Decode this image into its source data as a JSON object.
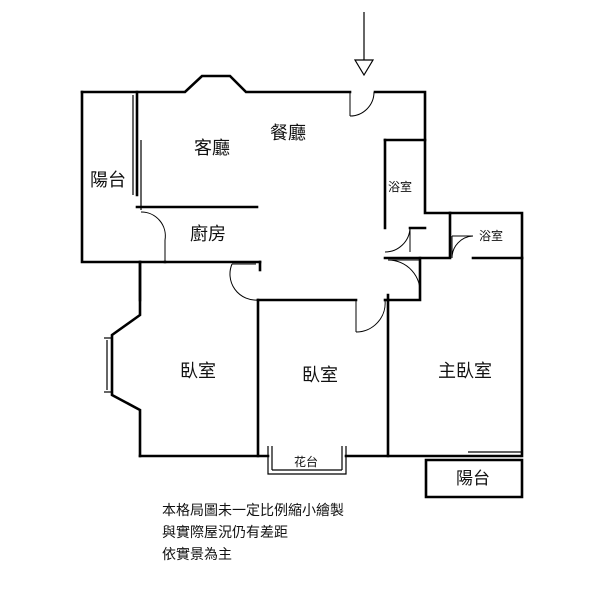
{
  "rooms": {
    "living": "客廳",
    "dining": "餐廳",
    "kitchen": "廚房",
    "balcony_left": "陽台",
    "bath_1": "浴室",
    "bath_2": "浴室",
    "bedroom_1": "臥室",
    "bedroom_2": "臥室",
    "master_bedroom": "主臥室",
    "flower_bed": "花台",
    "balcony_bottom": "陽台"
  },
  "entrance": {
    "icon": "entrance-arrow-icon"
  },
  "disclaimer": {
    "line_1": "本格局圖未一定比例縮小繪製",
    "line_2": "與實際屋況仍有差距",
    "line_3": "依實景為主"
  }
}
